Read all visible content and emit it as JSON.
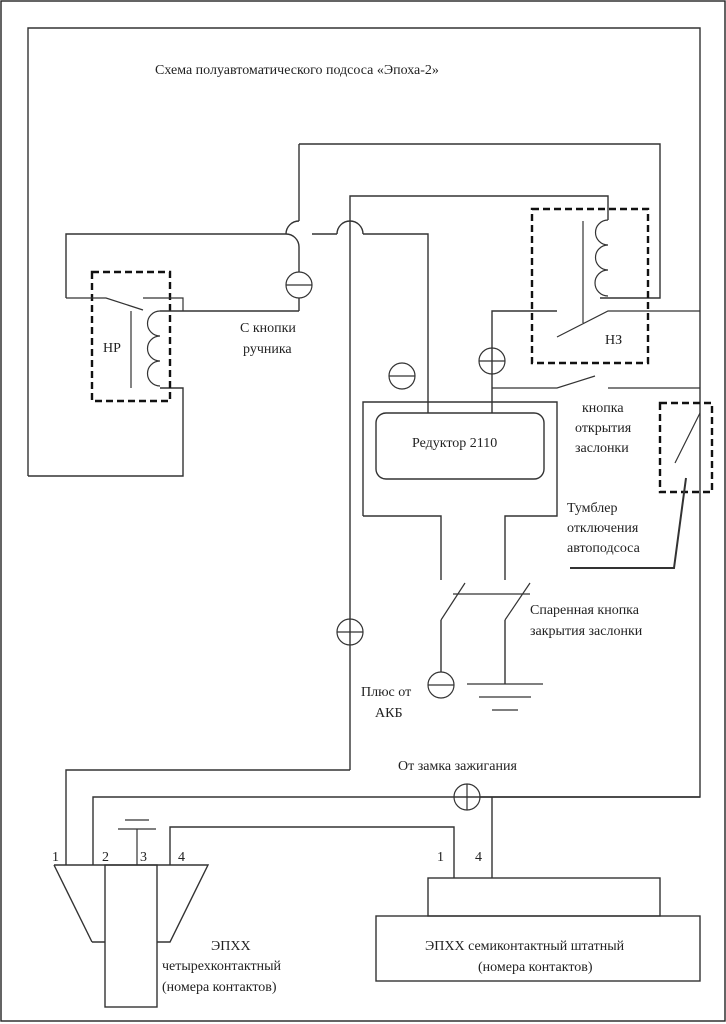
{
  "title": "Схема полуавтоматического подсоса «Эпоха-2»",
  "components": {
    "relay_nr": {
      "label": "НР",
      "type": "normally-open relay"
    },
    "relay_nz": {
      "label": "НЗ",
      "type": "normally-closed relay"
    },
    "reducer": {
      "label": "Редуктор 2110"
    },
    "epxx4": {
      "label_lines": [
        "ЭПХХ",
        "четырехконтактный",
        "(номера контактов)"
      ],
      "pins": [
        "1",
        "2",
        "3",
        "4"
      ]
    },
    "epxx7": {
      "label_lines": [
        "ЭПХХ семиконтактный штатный",
        "(номера контактов)"
      ],
      "pins": [
        "1",
        "4"
      ]
    }
  },
  "labels": {
    "handbrake": [
      "С кнопки",
      "ручника"
    ],
    "open_button": [
      "кнопка",
      "открытия",
      "заслонки"
    ],
    "toggle": [
      "Тумблер",
      "отключения",
      "автоподсоса"
    ],
    "close_button": [
      "Спаренная кнопка",
      "закрытия заслонки"
    ],
    "battery_plus": [
      "Плюс от",
      "АКБ"
    ],
    "ignition": "От замка зажигания"
  },
  "symbols": {
    "minus_terminal": "⊖",
    "plus_terminal": "⊕",
    "ground": "ground-symbol"
  }
}
